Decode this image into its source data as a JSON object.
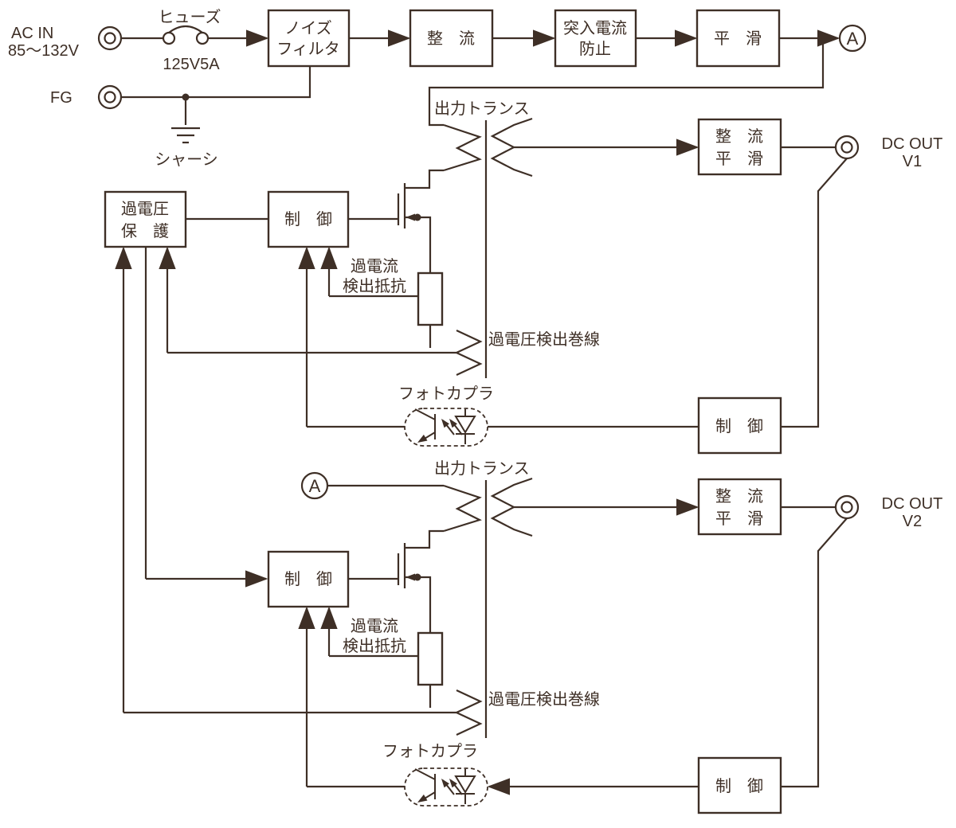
{
  "labels": {
    "ac_in_1": "AC IN",
    "ac_in_2": "85～132V",
    "fg": "FG",
    "fuse": "ヒューズ",
    "fuse_rating": "125V5A",
    "chassis": "シャーシ",
    "output_transformer": "出力トランス",
    "overcurrent_line1": "過電流",
    "overcurrent_line2": "検出抵抗",
    "ov_detect_winding": "過電圧検出巻線",
    "photocoupler": "フォトカプラ",
    "node_a": "A",
    "dc_out": "DC OUT",
    "v1": "V1",
    "v2": "V2"
  },
  "blocks": {
    "noise_filter_line1": "ノイズ",
    "noise_filter_line2": "フィルタ",
    "rectifier": "整　流",
    "inrush_line1": "突入電流",
    "inrush_line2": "防止",
    "smoothing": "平　滑",
    "ovp_line1": "過電圧",
    "ovp_line2": "保　護",
    "control": "制　御",
    "rect_smooth_line1": "整　流",
    "rect_smooth_line2": "平　滑"
  },
  "colors": {
    "ink": "#3e2f26",
    "background": "#ffffff"
  }
}
